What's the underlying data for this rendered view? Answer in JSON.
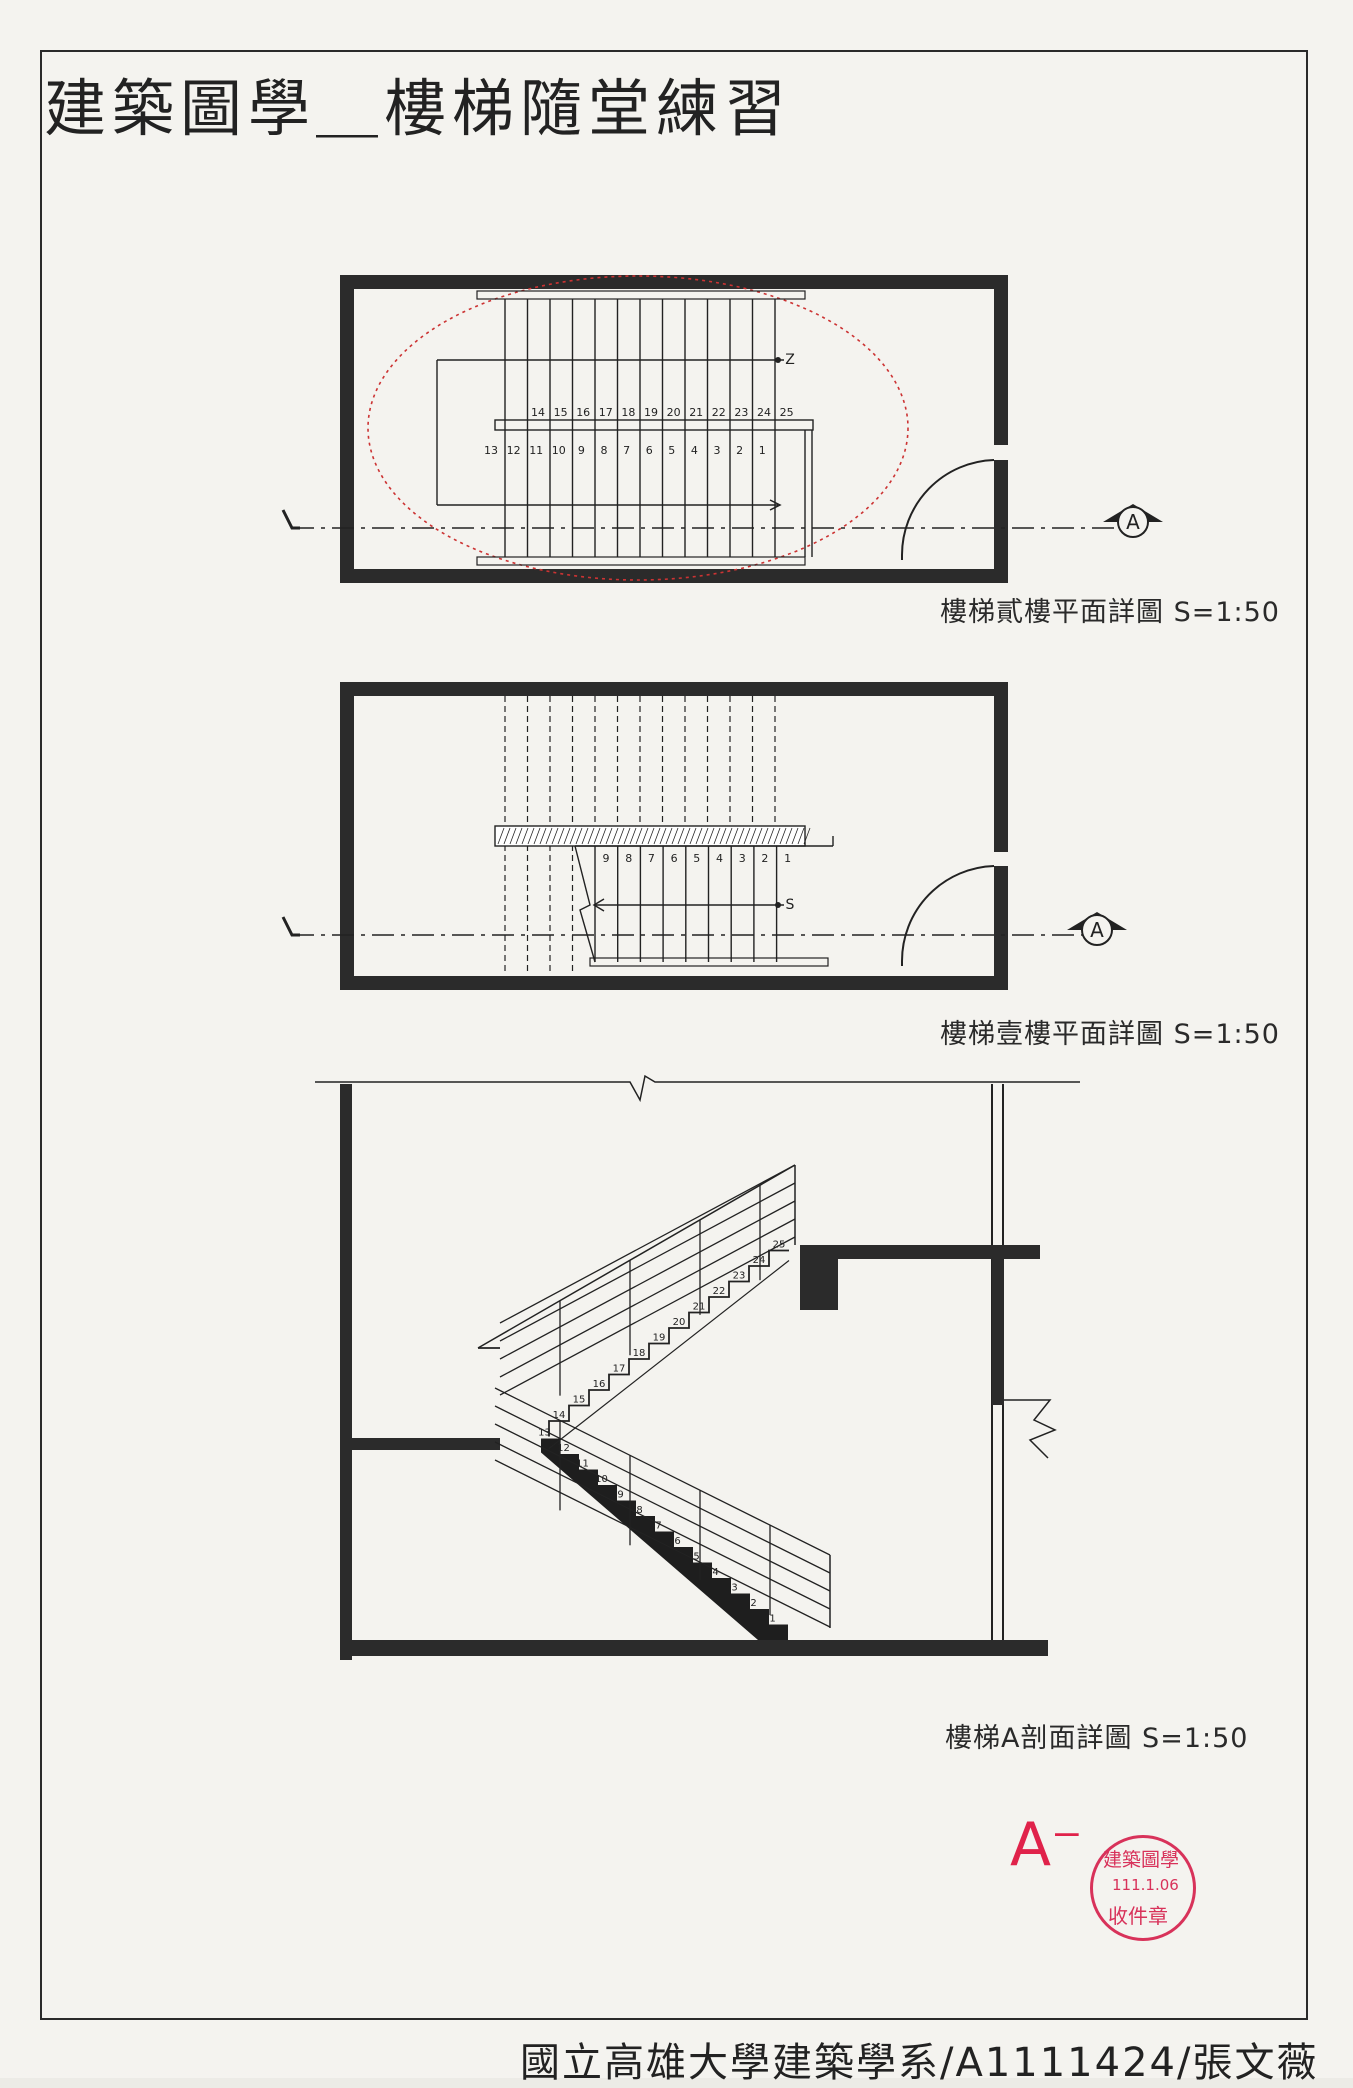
{
  "title": "建築圖學＿樓梯隨堂練習",
  "drawings": {
    "upper_plan": {
      "caption": "樓梯貳樓平面詳圖 S=1:50",
      "up_label": "Z",
      "upper_run_numbers": [
        "14",
        "15",
        "16",
        "17",
        "18",
        "19",
        "20",
        "21",
        "22",
        "23",
        "24",
        "25"
      ],
      "lower_run_numbers": [
        "13",
        "12",
        "11",
        "10",
        "9",
        "8",
        "7",
        "6",
        "5",
        "4",
        "3",
        "2",
        "1"
      ],
      "section_marker": "A"
    },
    "lower_plan": {
      "caption": "樓梯壹樓平面詳圖 S=1:50",
      "up_label": "S",
      "run_numbers": [
        "9",
        "8",
        "7",
        "6",
        "5",
        "4",
        "3",
        "2",
        "1"
      ],
      "section_marker": "A"
    },
    "section": {
      "caption": "樓梯A剖面詳圖 S=1:50",
      "lower_flight_numbers": [
        "1",
        "2",
        "3",
        "4",
        "5",
        "6",
        "7",
        "8",
        "9",
        "10",
        "11",
        "12",
        "13"
      ],
      "upper_flight_numbers": [
        "14",
        "15",
        "16",
        "17",
        "18",
        "19",
        "20",
        "21",
        "22",
        "23",
        "24",
        "25"
      ]
    }
  },
  "grade": "A⁻",
  "stamp": {
    "top": "建築圖學",
    "date": "111.1.06",
    "bottom": "收件章"
  },
  "footer": "國立高雄大學建築學系/A1111424/張文薇"
}
